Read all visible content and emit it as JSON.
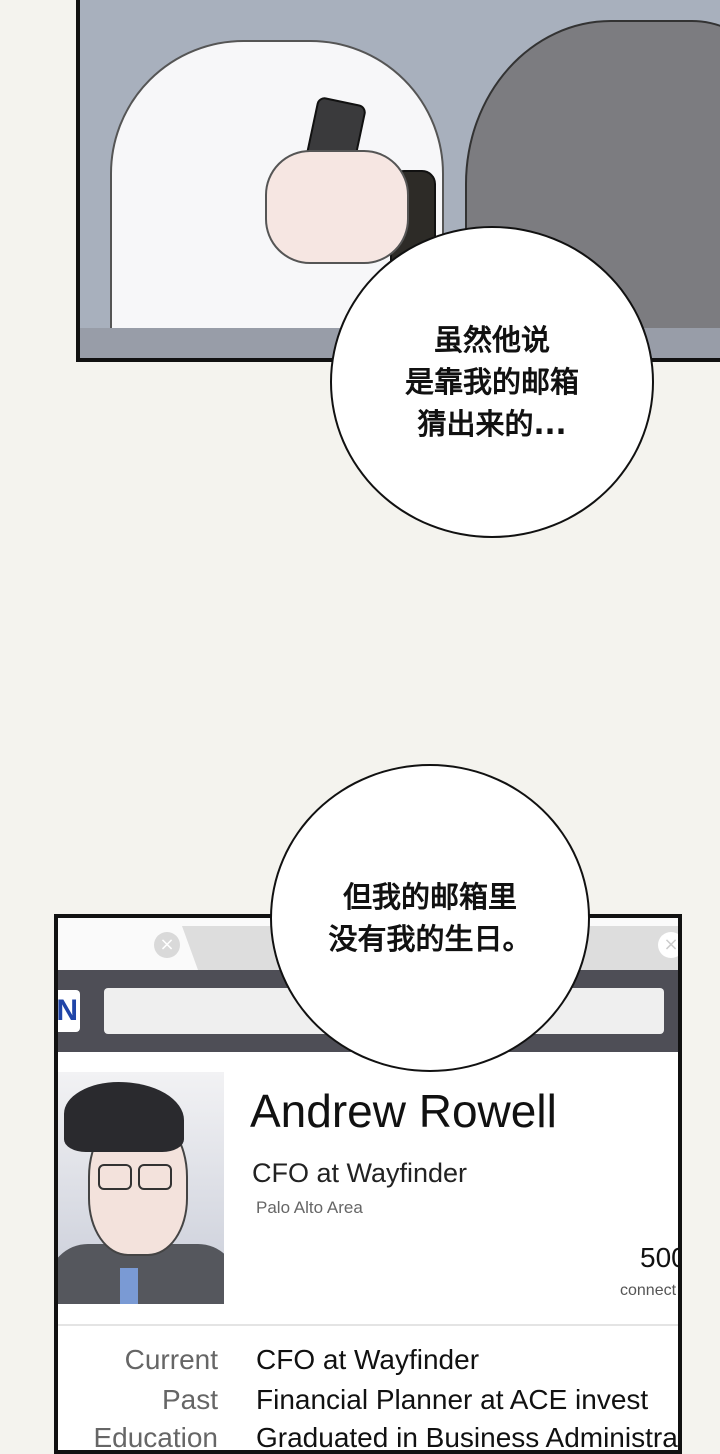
{
  "bubbles": {
    "top": [
      "虽然他说",
      "是靠我的邮箱",
      "猜出来的..."
    ],
    "bottom": [
      "但我的邮箱里",
      "没有我的生日。"
    ]
  },
  "browser": {
    "tab_close_symbol": "×",
    "logo_letter": "N"
  },
  "profile": {
    "name": "Andrew Rowell",
    "headline": "CFO at Wayfinder",
    "location": "Palo Alto Area",
    "connections_count": "500",
    "connections_label": "connect",
    "rows": [
      {
        "label": "Current",
        "value": "CFO at Wayfinder"
      },
      {
        "label": "Past",
        "value": "Financial Planner at ACE invest"
      },
      {
        "label": "Education",
        "value": "Graduated in Business Administra"
      }
    ]
  },
  "colors": {
    "navbar": "#4e4e56",
    "logo": "#2045a8",
    "background": "#f4f3ee"
  }
}
